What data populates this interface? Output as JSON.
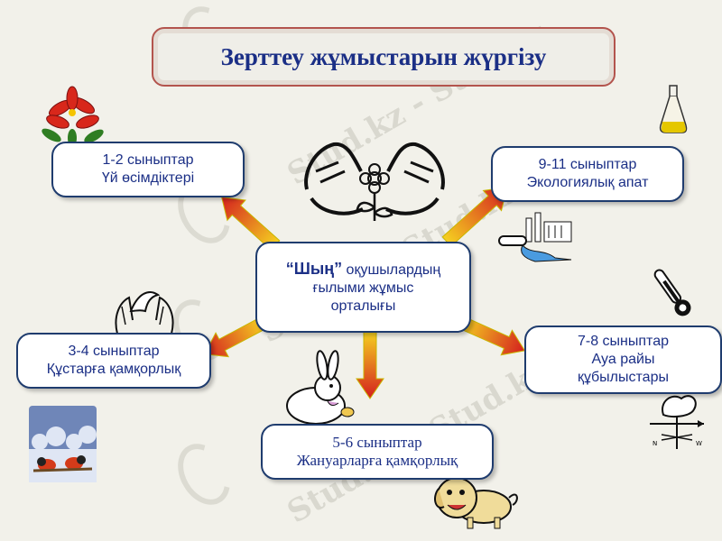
{
  "title": "Зерттеу жұмыстарын жүргізу",
  "center": {
    "quote_open": "“",
    "highlight": "Шың",
    "quote_close": "”",
    "line1_rest": " оқушылардың",
    "line2": "ғылыми жұмыс",
    "line3": "орталығы"
  },
  "nodes": [
    {
      "line1": "1-2 сыныптар",
      "line2": "Үй өсімдіктері"
    },
    {
      "line1": "9-11 сыныптар",
      "line2": "Экологиялық апат"
    },
    {
      "line1": "3-4 сыныптар",
      "line2": "Құстарға қамқорлық"
    },
    {
      "line1": "7-8 сыныптар",
      "line2": "Ауа райы",
      "line3": "құбылыстары"
    },
    {
      "line1": "5-6 сыныптар",
      "line2": "Жануарларға қамқорлық"
    }
  ],
  "watermark": "Stud.kz - Stud.kz",
  "colors": {
    "accent": "#1b2f86",
    "arrow_start": "#f5d020",
    "arrow_end": "#d41f1f",
    "border": "#1f3c6e"
  }
}
